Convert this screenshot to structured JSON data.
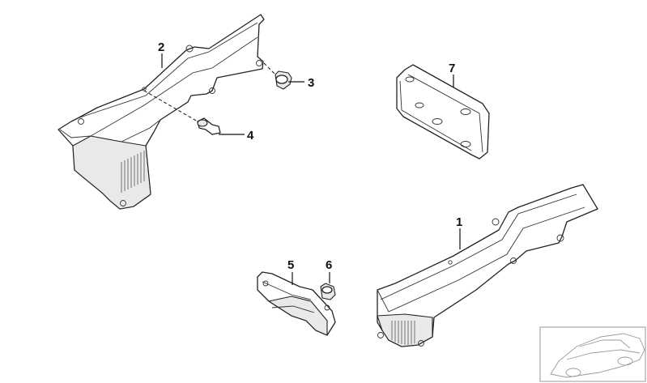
{
  "diagram": {
    "callouts": {
      "c1": "1",
      "c2": "2",
      "c3": "3",
      "c4": "4",
      "c5": "5",
      "c6": "6",
      "c7": "7"
    }
  },
  "thumbnail": {
    "icon": "car-silhouette-icon"
  }
}
